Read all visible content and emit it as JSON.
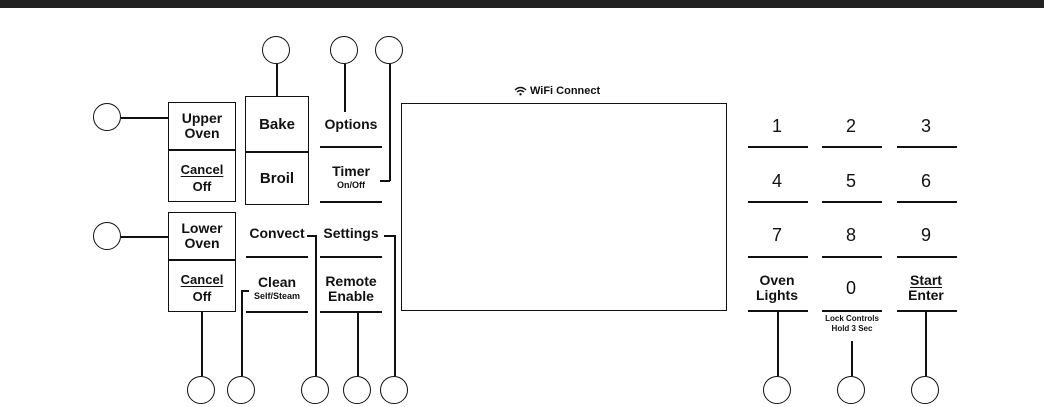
{
  "wifi": {
    "label": "WiFi Connect"
  },
  "left_panel": {
    "upper_oven": {
      "label": "Upper Oven",
      "line1": "Upper",
      "line2": "Oven"
    },
    "upper_cancel": {
      "top": "Cancel",
      "bottom": "Off"
    },
    "lower_oven": {
      "line1": "Lower",
      "line2": "Oven"
    },
    "lower_cancel": {
      "top": "Cancel",
      "bottom": "Off"
    }
  },
  "mode_buttons": {
    "bake": "Bake",
    "broil": "Broil",
    "options": "Options",
    "timer": "Timer",
    "timer_sub": "On/Off",
    "convect": "Convect",
    "settings": "Settings",
    "clean": "Clean",
    "clean_sub": "Self/Steam",
    "remote_line1": "Remote",
    "remote_line2": "Enable"
  },
  "keypad": {
    "row1": [
      "1",
      "2",
      "3"
    ],
    "row2": [
      "4",
      "5",
      "6"
    ],
    "row3": [
      "7",
      "8",
      "9"
    ],
    "oven_lights_line1": "Oven",
    "oven_lights_line2": "Lights",
    "zero": "0",
    "lock_line1": "Lock Controls",
    "lock_line2": "Hold 3 Sec",
    "start": "Start",
    "enter": "Enter"
  },
  "colors": {
    "line": "#111111",
    "topbar": "#222222",
    "background": "#ffffff"
  },
  "icons": [
    "wifi-icon",
    "callout-circle"
  ]
}
